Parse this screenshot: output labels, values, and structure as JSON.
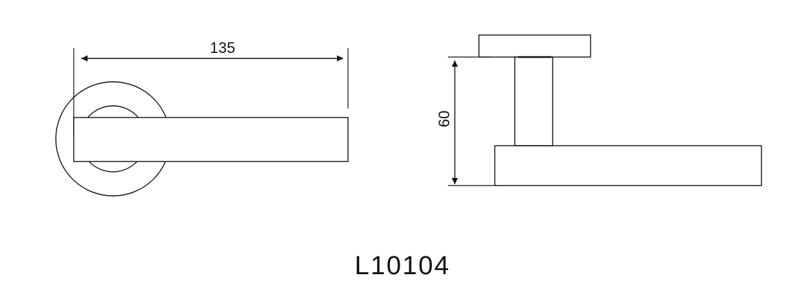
{
  "drawing": {
    "line_color": "#111111",
    "background": "#ffffff"
  },
  "front_view": {
    "width_dimension": "135"
  },
  "side_view": {
    "height_dimension": "60"
  },
  "model_code": "L10104"
}
